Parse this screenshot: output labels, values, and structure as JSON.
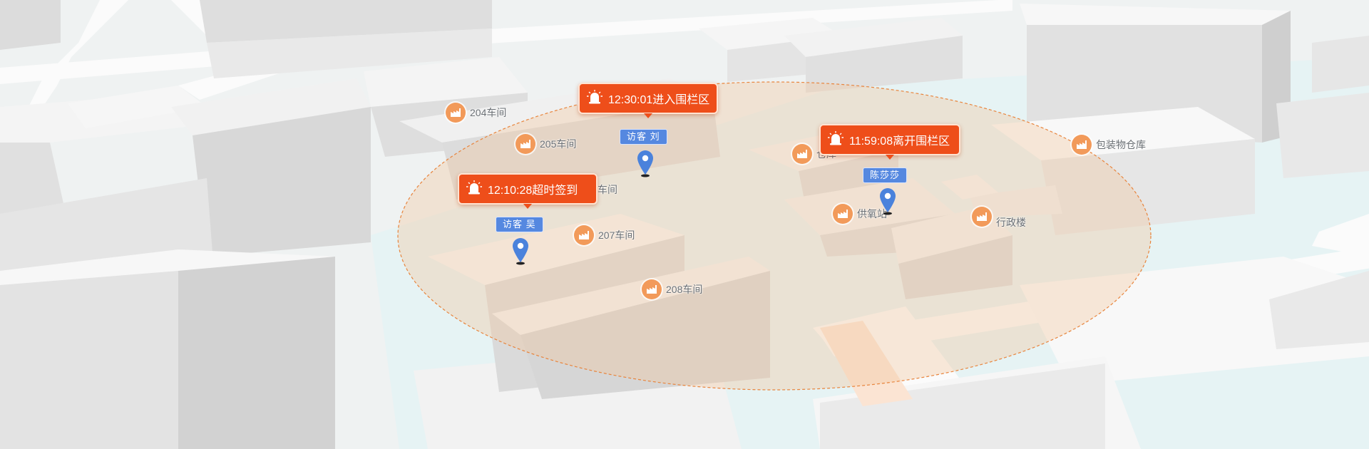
{
  "map": {
    "pois": [
      {
        "id": "204",
        "label": "204车间"
      },
      {
        "id": "205",
        "label": "205车间"
      },
      {
        "id": "206",
        "label": "车间"
      },
      {
        "id": "207",
        "label": "207车间"
      },
      {
        "id": "208",
        "label": "208车间"
      },
      {
        "id": "warehouse",
        "label": "仓库"
      },
      {
        "id": "oxygen",
        "label": "供氧站"
      },
      {
        "id": "admin",
        "label": "行政楼"
      },
      {
        "id": "packaging",
        "label": "包装物仓库"
      }
    ],
    "alerts": [
      {
        "text": "12:30:01进入围栏区"
      },
      {
        "text": "12:10:28超时签到"
      },
      {
        "text": "11:59:08离开围栏区"
      }
    ],
    "people": [
      {
        "name": "访客  刘"
      },
      {
        "name": "访客  吴"
      },
      {
        "name": "陈莎莎"
      }
    ],
    "colors": {
      "fence_fill": "#f2c8a0",
      "fence_stroke": "#e8843c",
      "alert_bg": "#ee4e1a",
      "poi_icon_bg": "#f29a5a",
      "person_tag_bg": "#5588e0",
      "pin_color": "#4a82dc"
    },
    "icons": {
      "poi": "factory-icon",
      "alert": "alarm-siren-icon",
      "person": "location-pin-icon"
    }
  }
}
